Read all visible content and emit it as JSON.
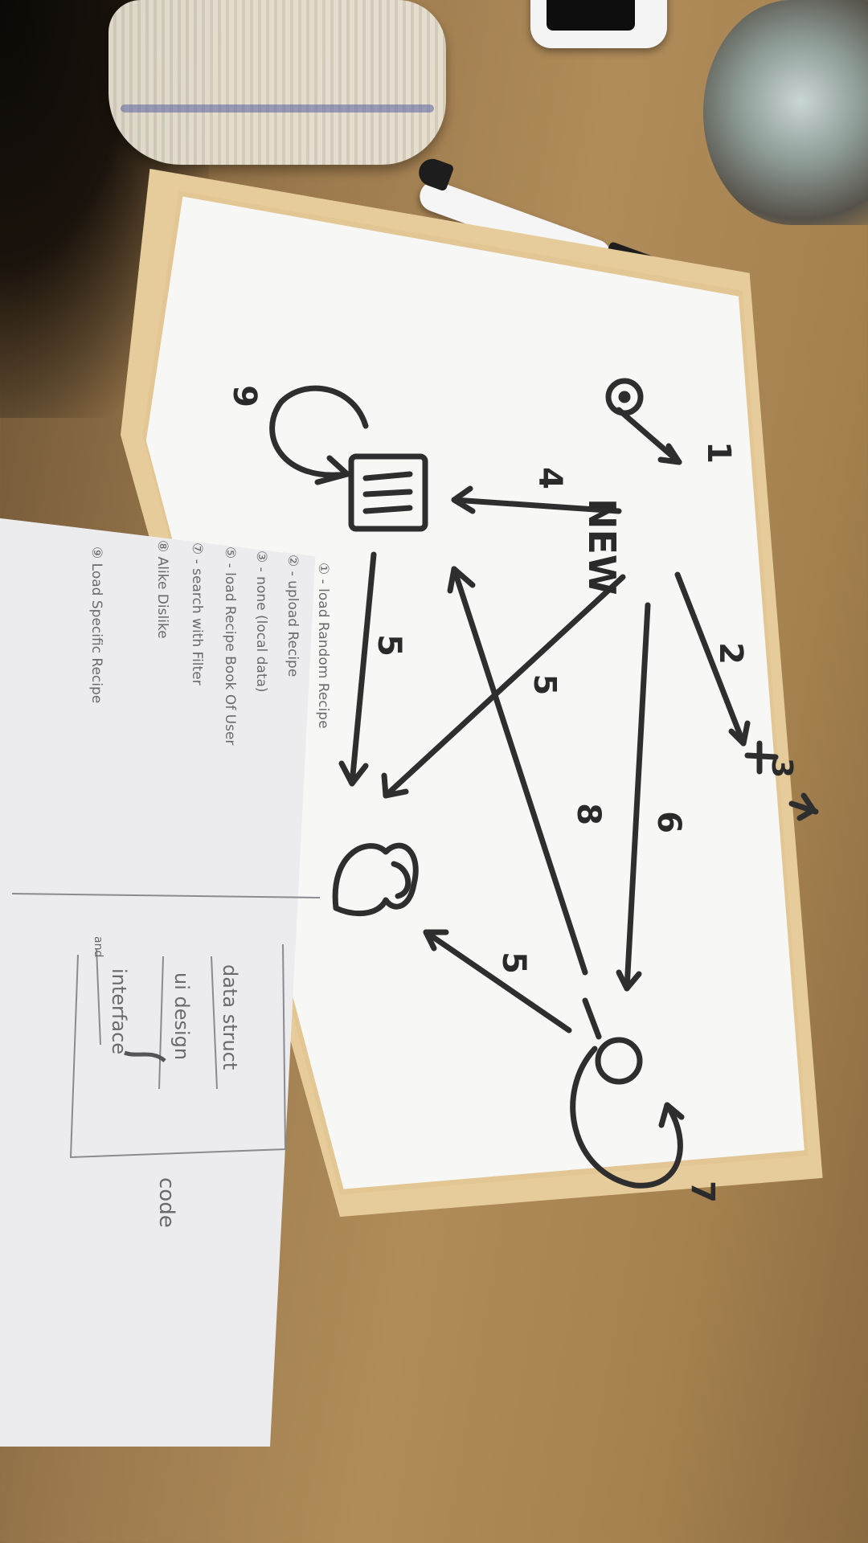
{
  "whiteboard": {
    "start_state_label": "NEW",
    "edge_labels": [
      "1",
      "2",
      "3",
      "4",
      "5",
      "5",
      "5",
      "6",
      "7",
      "8",
      "9"
    ]
  },
  "notes": {
    "legend": [
      "① - load Random Recipe",
      "② - upload Recipe",
      "③ - none (local data)",
      "⑤ - load Recipe Book Of User",
      "⑦ - search with Filter",
      "⑧ Alike Dislike",
      "⑨ Load Specific Recipe"
    ],
    "box_items": [
      "data struct",
      "ui design",
      "interface"
    ],
    "box_scribble": "and",
    "outside_label": "code"
  }
}
